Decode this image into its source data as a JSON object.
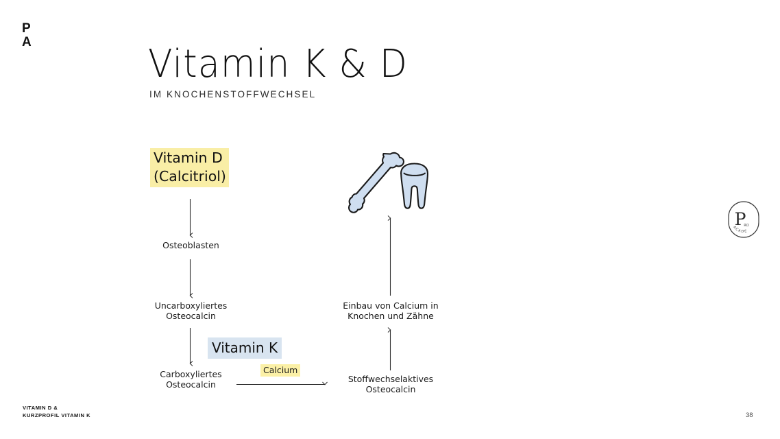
{
  "brand": {
    "logo_line1": "P",
    "logo_line2": "A"
  },
  "header": {
    "title": "Vitamin K & D",
    "subtitle": "IM KNOCHENSTOFFWECHSEL"
  },
  "diagram": {
    "nodes": [
      {
        "id": "vitamin-d",
        "label": "Vitamin D\n(Calcitriol)",
        "highlight": "#f9eea6"
      },
      {
        "id": "osteoblasten",
        "label": "Osteoblasten",
        "highlight": ""
      },
      {
        "id": "uncarb",
        "label": "Uncarboxyliertes\nOsteocalcin",
        "highlight": ""
      },
      {
        "id": "vitamin-k",
        "label": "Vitamin K",
        "highlight": "#d8e4f0"
      },
      {
        "id": "carb",
        "label": "Carboxyliertes\nOsteocalcin",
        "highlight": ""
      },
      {
        "id": "calcium",
        "label": "Calcium",
        "highlight": "#fbf0a6"
      },
      {
        "id": "stoffwechsel",
        "label": "Stoffwechselaktives\nOsteocalcin",
        "highlight": ""
      },
      {
        "id": "einbau",
        "label": "Einbau von Calcium in\nKnochen und Zähne",
        "highlight": ""
      }
    ],
    "illustrations": [
      {
        "id": "bone",
        "name": "bone-illustration",
        "fill": "#cfdef0"
      },
      {
        "id": "tooth",
        "name": "tooth-illustration",
        "fill": "#cfdef0"
      }
    ],
    "arrow_color": "#2b2b2b"
  },
  "seal": {
    "letter": "P",
    "small": "RO",
    "curved_text": "ACADEMY"
  },
  "footer": {
    "line1": "VITAMIN D &",
    "line2": "KURZPROFIL VITAMIN K",
    "page": "38"
  }
}
